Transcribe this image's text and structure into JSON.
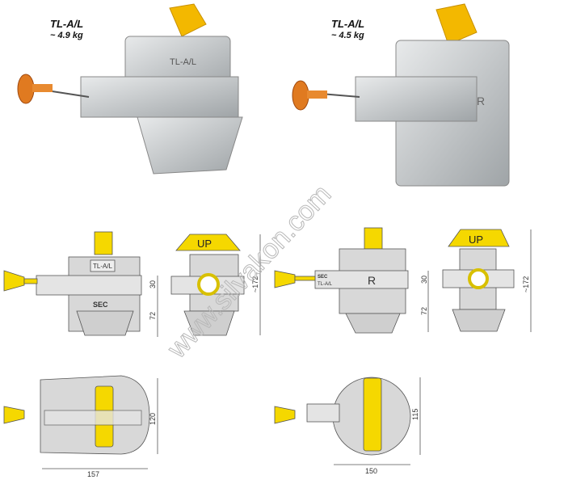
{
  "products": [
    {
      "model": "TL-A/L",
      "weight": "~ 4.9 kg",
      "body_mark": "TL-A/L"
    },
    {
      "model": "TL-A/L",
      "weight": "~ 4.5 kg",
      "body_mark": "R"
    }
  ],
  "drawings": {
    "top_label": "UP",
    "plate_label": "TL-A/L",
    "brand_mark": "SEC",
    "front_view_1": {
      "dim_height_bar": "30",
      "dim_bottom": "72"
    },
    "side_view_1": {
      "dim_total": "~172"
    },
    "front_view_2": {
      "mark": "R",
      "dim_height_bar": "30",
      "dim_bottom": "72"
    },
    "side_view_2": {
      "dim_total": "~172"
    },
    "top_view_1": {
      "dim_height": "120",
      "dim_width": "157"
    },
    "top_view_2": {
      "dim_height": "115",
      "dim_width": "150"
    }
  },
  "watermark": "www.silvakon.com",
  "colors": {
    "handle_yellow": "#f5d800",
    "knob_orange": "#e07a20",
    "metal": "#c9ccce",
    "drawing_gray": "#d8d8d8"
  }
}
